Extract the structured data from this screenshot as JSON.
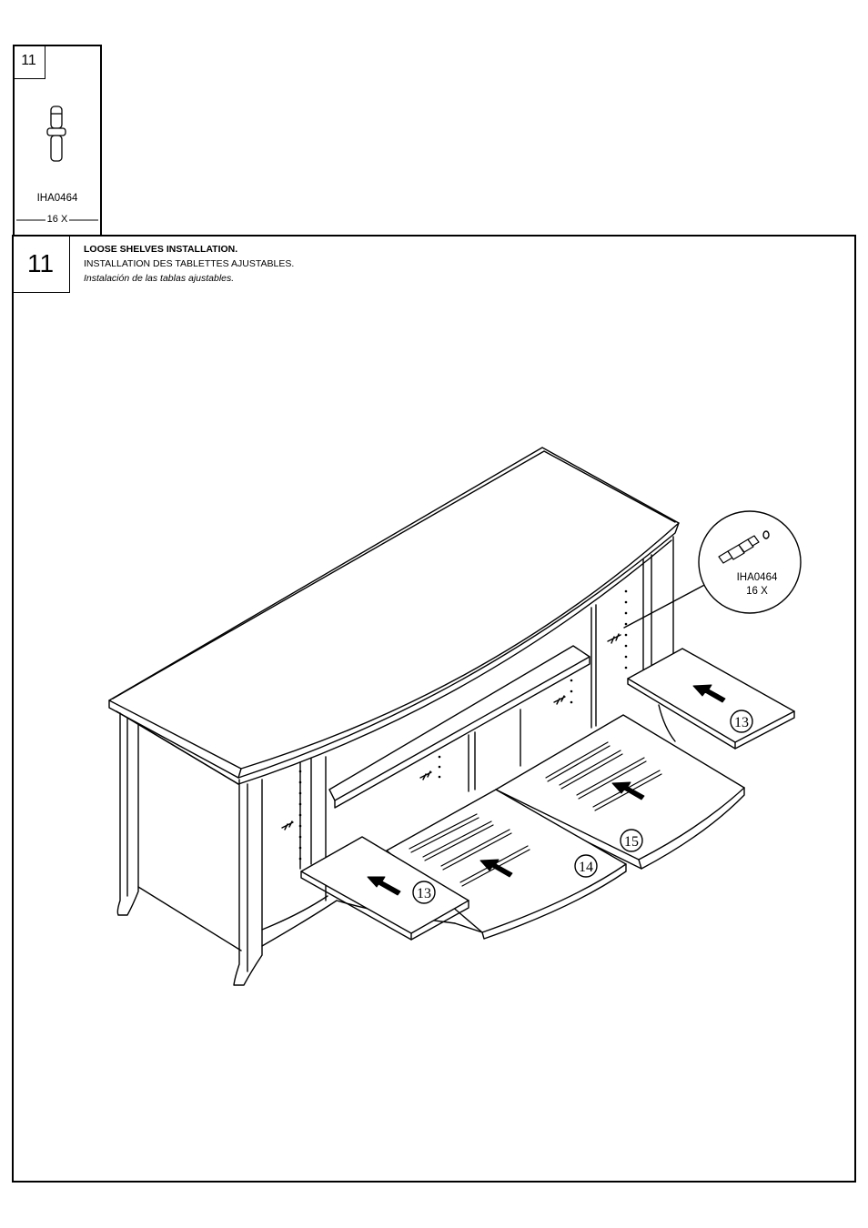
{
  "parts": {
    "step": "11",
    "code": "IHA0464",
    "quantity": "16 X"
  },
  "step": {
    "number": "11",
    "title_en": "LOOSE SHELVES INSTALLATION.",
    "title_fr": "INSTALLATION DES TABLETTES AJUSTABLES.",
    "title_es": "Instalación de las tablas ajustables."
  },
  "callout": {
    "code": "IHA0464",
    "quantity": "16 X"
  },
  "shelf_labels": {
    "left_small": "13",
    "center": "14",
    "center_right": "15",
    "right_small": "13"
  },
  "colors": {
    "line": "#000000",
    "background": "#ffffff"
  }
}
